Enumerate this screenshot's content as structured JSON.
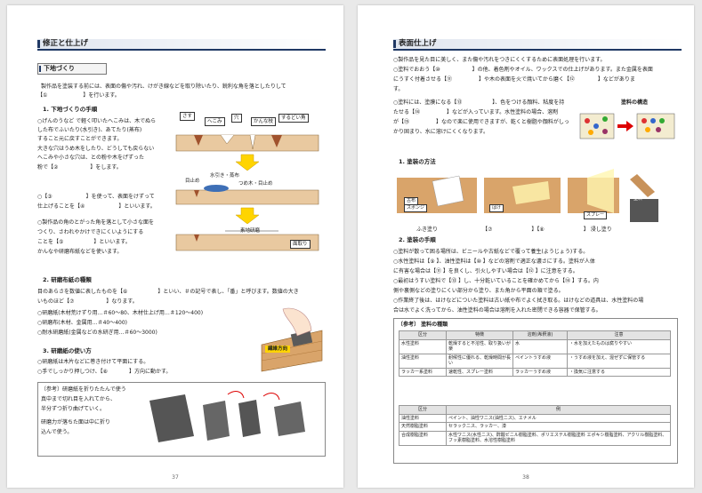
{
  "left": {
    "chapter_title": "修正と仕上げ",
    "section1_title": "下地づくり",
    "intro1": "製作品を塗装する前には、表面の傷や汚れ、けがき線などを取り除いたり、鋭利な角を落としたりして",
    "intro2_pre": "【①",
    "intro2_post": "】を行います。",
    "sub1_title": "1.  下地づくりの手順",
    "p1": [
      "○げんのうなど で軽く叩いたへこみは、木でぬら",
      "  した布でふいたり(水引き)、あてたり(蒸布)",
      "  すること元に戻すことができます。",
      "  大きな穴はうめ木をしたり、どうしても戻らない",
      "  へこみや小さな穴は、との粉や木をげずった"
    ],
    "p1_last_pre": "  粉で【②",
    "p1_last_post": "】をします。",
    "p2_pre": "○【③",
    "p2_mid": "】を使って、表面をけずって",
    "p2_l2_pre": "  仕上げることを【④",
    "p2_l2_post": "】といいます。",
    "p3": [
      "○製作品の角のとがった角を落として小さな面を",
      "  つくり、さわれやかけできにくいようにする"
    ],
    "p3_l3_pre": "  ことを【⑤",
    "p3_l3_post": "】といいます。",
    "p3_l4": "  かんなや研磨布紙などを使います。",
    "fig1_labels": [
      "さす",
      "へこみ",
      "穴",
      "かんな枝",
      "するどい角",
      "目止め",
      "水引き・蒸布",
      "つめ木・目止め",
      "素地研磨",
      "面取り"
    ],
    "sub2_title": "2.  研磨布紙の種類",
    "p4_l1_pre": "  目のあらさを数値に表したものを【⑥",
    "p4_l1_post": "】といい、＃の記号で表し、「番」と呼びます。数値の大き",
    "p4_l2_pre": "  いものほど【⑦",
    "p4_l2_post": "】なります。",
    "grades": [
      "○研磨紙(木材荒けずり用…＃60～80、木材仕上げ用…＃120～400)",
      "○研磨布(木材、金属用…＃40～400)",
      "○耐水研磨紙(金属などの水研ぎ用…＃60～3000)"
    ],
    "sub3_title": "3.  研磨紙の使い方",
    "p5_l1": "○研磨紙は木片などに巻き付けて平面にする。",
    "p5_l2_pre": "○手でしっかり押しつけ、【⑧",
    "p5_l2_post": "】方向に動かす。",
    "fig3_label": "繊維方向",
    "note": [
      "〔参考〕研磨紙を折りたたんで使う",
      "真中まで切れ目を入れてから、",
      "半分ずつ折り曲げていく。",
      "研磨力が落ちた面は中に折り",
      "込んで使う。"
    ],
    "page_number": "37"
  },
  "right": {
    "section_title": "表面仕上げ",
    "intro": "○製作品を見た目に美しく、また傷や汚れをつきにくくするために表面処理を行います。",
    "p1_l1_pre": "○塗料でおおう【⑩",
    "p1_l1_post": "】の他、着色剤やオイル、ワックスでの仕上げがあります。また金属を表面",
    "p1_l2_pre": "  にうすく付着させる【⑪",
    "p1_l2_mid": "】や木の表面を火で焼いてから磨く【⑫",
    "p1_l2_post": "】などがありま",
    "p1_l3": "  す。",
    "p2_l1_pre": "○塗料には、塗膜になる【⑬",
    "p2_l1_post": "】、色をつける顔料、粘度を持",
    "p2_l2_pre": "  たせる【⑭",
    "p2_l2_post": "】などが入っています。水性塗料の場合、溶剤",
    "p2_l3_pre": "  が【⑮",
    "p2_l3_post": "】なので楽に使用できますが、乾くと樹脂や顔料がしっ",
    "p2_l4": "  かり固まり、水に溶けにくくなります。",
    "structure_title": "塗料の構造",
    "sub1_title": "1.  塗装の方法",
    "method_labels": [
      "古布",
      "スポンジ",
      "はけ",
      "スプレー",
      "塗料"
    ],
    "method_captions_pre": "ふき塗り",
    "method_c2_pre": "【⑦",
    "method_c3_pre": "】【⑧",
    "method_c4": "】  浸し塗り",
    "sub2_title": "2.  塗装の手順",
    "steps": [
      "○塗料が散って困る場所は、ビニールや古紙などで覆って養生(ようじょう)する。",
      "○水性塗料は【⑨        】、油性塗料は【⑩        】などの溶剤で適正な濃さにする。塗料が人体",
      "  に有害な場合は【⑪        】を良くし、引火しやすい場合は【⑫        】に注意をする。",
      "○最初はうすい塗料で【⑬        】し、十分乾いていることを確かめてから【⑭        】する。内",
      "  側や裏側などの塗りにくい部分から塗り、また角から平面の順で塗る。",
      "○作業終了後は、はけなどについた塗料は古い紙や布でよく拭き取る。はけなどの道具は、水性塗料の場",
      "  合は水でよく洗ってから、油性塗料の場合は溶剤を入れた密閉できる容器で保管する。"
    ],
    "ref_title": "〔参考〕  塗料の種類",
    "table1_headers": [
      "区分",
      "特徴",
      "溶剤(希釈液)",
      "注意"
    ],
    "table1_rows": [
      [
        "水性塗料",
        "乾燥すると不溶性、取り扱いが楽",
        "水",
        "・水を加えたものは腐りやすい"
      ],
      [
        "油性塗料",
        "耐候性に優れる、乾燥時間が長い",
        "ペイントうすめ液",
        "・うすめ液を加え、混ぜずに保管する"
      ],
      [
        "ラッカー系塗料",
        "速乾性、スプレー塗料",
        "ラッカーうすめ液",
        "・換気に注意する"
      ]
    ],
    "table2_headers": [
      "区分",
      "例"
    ],
    "table2_rows": [
      [
        "油性塗料",
        "ペイント、油性ワニス(油性ニス)、エナメル"
      ],
      [
        "天然樹脂塗料",
        "セラックニス、ラッカー、漆"
      ],
      [
        "合成樹脂塗料",
        "水性ワニス(水性ニス)、酢酸ビニル樹脂塗料、ポリエステル樹脂塗料  エポキシ樹脂塗料、アクリル樹脂塗料、フッ素樹脂塗料、水溶性樹脂塗料"
      ]
    ],
    "page_number": "38"
  }
}
